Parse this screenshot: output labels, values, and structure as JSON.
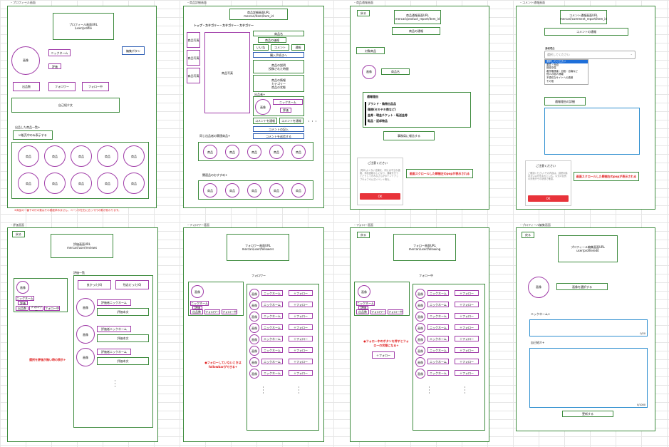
{
  "labels": {
    "profile": "・プロフィール画面",
    "item_detail": "・商品詳細画面",
    "item_report": "・商品通報画面",
    "comment_report": "・コメント通報画面",
    "review": "・評価画面",
    "followers": "・フォロワー画面",
    "following": "・フォロー画面",
    "profile_edit": "・プロフィール編集画面"
  },
  "common": {
    "back": "戻る",
    "image": "画像",
    "nickname": "ニックネーム",
    "rating": "評価",
    "items": "出品数",
    "follower": "フォロワー",
    "following": "フォロー中",
    "item": "商品",
    "follow_btn": "＋フォロー",
    "intro": "自己紹介文",
    "caution": "ご注意ください",
    "ok": "OK",
    "dots": "・\n・\n・"
  },
  "s1": {
    "title": "プロフィール画面URL\n/user/profile",
    "edit": "編集ボタン",
    "listed": "出品した商品一覧+",
    "on_sale": "☑販売中のみ表示する",
    "note": "※商品の一番下の行の数はその都度求めません。ページが左右に広って行の数が変わります。"
  },
  "s2": {
    "title": "商品詳細画面URL\nmercari/item/item_id",
    "breadcrumb": "トップ・カテゴリー・カテゴリー・カテゴリー",
    "photo": "商品写真",
    "name": "商品名",
    "price": "商品の価格",
    "like": "いいね",
    "comment": "コメント",
    "report": "通報",
    "buy": "購入手続きへ",
    "desc": "商品の説明\n投稿された時間",
    "info": "商品の情報\nカテゴリー\n商品の状態",
    "seller": "出品者+",
    "comment_report": "コメントを通報",
    "comment_input": "コメントの記入",
    "comment_send": "コメントを送信する",
    "same_seller": "同じ出品者の関連商品+",
    "recommend": "関連品のおすすめ+",
    "more": "・・・"
  },
  "s3": {
    "title": "商品通報画面URL\nmercari/product_report/item_id",
    "heading": "商品の通報",
    "target": "対象商品",
    "item_name": "商品名",
    "reason_title": "通報理由",
    "reasons": [
      "ブランド・偽物出品品",
      "偽物(セキヤキ商など)",
      "金券・現金チケット・転送金券",
      "転品・返却物品"
    ],
    "submit": "事務局に報告する",
    "popup_body": "(見本)よくない言葉を、例えば不当な価格、事前連絡なしになり、通報を行うとどうしてかみなさんがポイントアップやオフや公式イベント等を。",
    "red_note": "画面スクロールした瞬間左のpopが表示される"
  },
  "s4": {
    "title": "コメント通報画面URL\nmercari/comment_report/item_id",
    "heading": "コメントの通報",
    "reason_label": "通報理由",
    "select_placeholder": "選択してください",
    "options": [
      "選択してください",
      "悪意・脅迫",
      "誹謗中傷",
      "著作権侵害・自殺・自傷など",
      "他人の個人情報",
      "不適切なサイトへの誘導",
      "その他"
    ],
    "detail": "通報理由の詳細",
    "popup_body": "ご確認ください!その内容は、誹謗中傷あるいはが含まれている。公式の目的の対策がその状態で確認。",
    "red_note": "画面スクロールした瞬間左のpopが表示される"
  },
  "s5": {
    "title": "評価画面URL\nmercari/user/reviews",
    "list": "評価一覧",
    "good": "良かった(0)",
    "bad": "残念だった(0)",
    "reviewer": "評価者ニックネーム",
    "body": "評価本文",
    "note": "選択を評価が無い時の表示+"
  },
  "s6": {
    "title": "フォロワー画面URL\nmercari/user/followers",
    "heading": "フォロワー",
    "note": "●フォローしていないときはfollowbarができる+"
  },
  "s7": {
    "title": "フォロー画面URL\nmercari/user/following",
    "heading": "フォロー中",
    "note": "●フォロー中のボタンを押すとフォローの状態になる+"
  },
  "s8": {
    "title": "プロフィール編集画面URL\nuser/profile/edit",
    "select_image": "画像を選択する",
    "nickname_label": "ニックネーム+",
    "nickname_count": "0/20",
    "intro_label": "自己紹介+",
    "intro_count": "0/1000",
    "update": "更新する"
  }
}
